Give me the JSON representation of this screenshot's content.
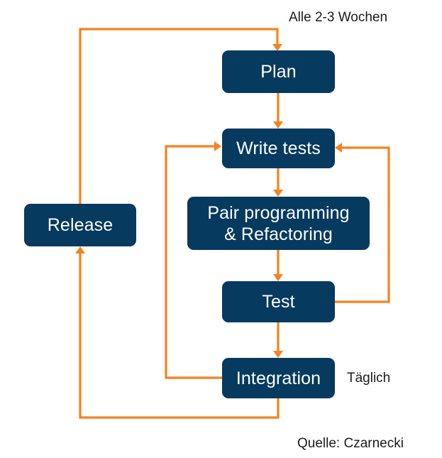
{
  "diagram": {
    "title_caption": "Alle 2-3 Wochen",
    "daily_caption": "Täglich",
    "source_caption": "Quelle: Czarnecki",
    "colors": {
      "node_fill": "#063A5F",
      "node_text": "#FFFFFF",
      "connector": "#F5821F",
      "background": "#FFFFFF",
      "caption_text": "#1A1A1A"
    },
    "nodes": [
      {
        "id": "plan",
        "label": "Plan"
      },
      {
        "id": "write-tests",
        "label": "Write tests"
      },
      {
        "id": "pair",
        "label": "Pair programming\n& Refactoring"
      },
      {
        "id": "test",
        "label": "Test"
      },
      {
        "id": "integration",
        "label": "Integration"
      },
      {
        "id": "release",
        "label": "Release"
      }
    ],
    "connections": [
      {
        "from": "plan",
        "to": "write-tests",
        "style": "straight-down"
      },
      {
        "from": "write-tests",
        "to": "pair",
        "style": "straight-down"
      },
      {
        "from": "pair",
        "to": "test",
        "style": "straight-down"
      },
      {
        "from": "test",
        "to": "integration",
        "style": "straight-down"
      },
      {
        "from": "test",
        "to": "write-tests",
        "style": "right-loop-up"
      },
      {
        "from": "integration",
        "to": "write-tests",
        "style": "left-loop-up"
      },
      {
        "from": "integration",
        "to": "release",
        "style": "bottom-loop-left-up"
      },
      {
        "from": "release",
        "to": "plan",
        "style": "top-loop-right-down"
      }
    ]
  }
}
